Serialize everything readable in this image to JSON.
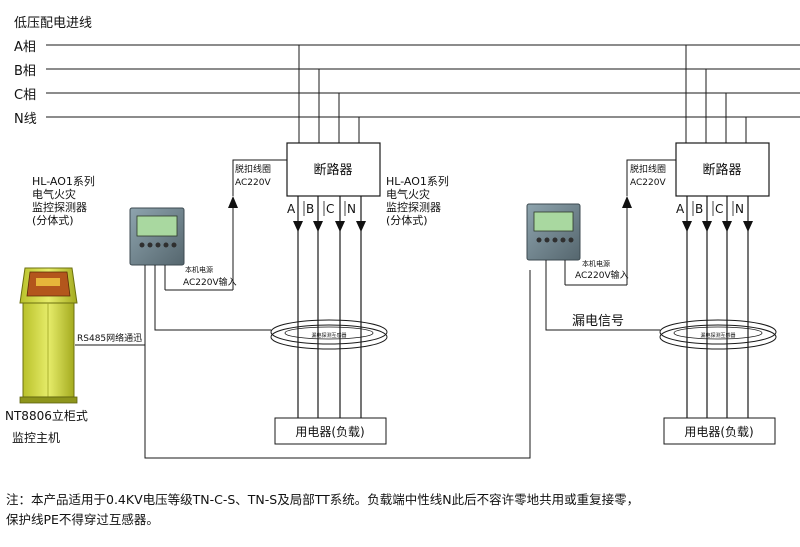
{
  "title": "低压配电进线",
  "phases": [
    "A相",
    "B相",
    "C相",
    "N线"
  ],
  "breaker_label": "断路器",
  "trip_coil": {
    "line1": "脱扣线圈",
    "line2": "AC220V"
  },
  "phase_letters": [
    "A",
    "B",
    "C",
    "N"
  ],
  "detector_title": [
    "HL-AO1系列",
    "电气火灾",
    "监控探测器",
    "(分体式)"
  ],
  "power_input": {
    "line1": "本机电源",
    "line2": "AC220V输入"
  },
  "sensor_label": "漏电探测互感器",
  "load_label": "用电器(负载)",
  "leakage_signal": "漏电信号",
  "rs485_label": "RS485网络通迅",
  "host": {
    "model": "NT8806立柜式",
    "name": "监控主机"
  },
  "note": {
    "line1": "注：本产品适用于0.4KV电压等级TN-C-S、TN-S及局部TT系统。负载端中性线N此后不容许零地共用或重复接零，",
    "line2": "保护线PE不得穿过互感器。"
  },
  "colors": {
    "line": "#1a1a1a",
    "kiosk_body": "#d9e04a",
    "kiosk_screen": "#b3561c",
    "detector_body": "#6f8590",
    "detector_screen": "#a9d8a0"
  }
}
